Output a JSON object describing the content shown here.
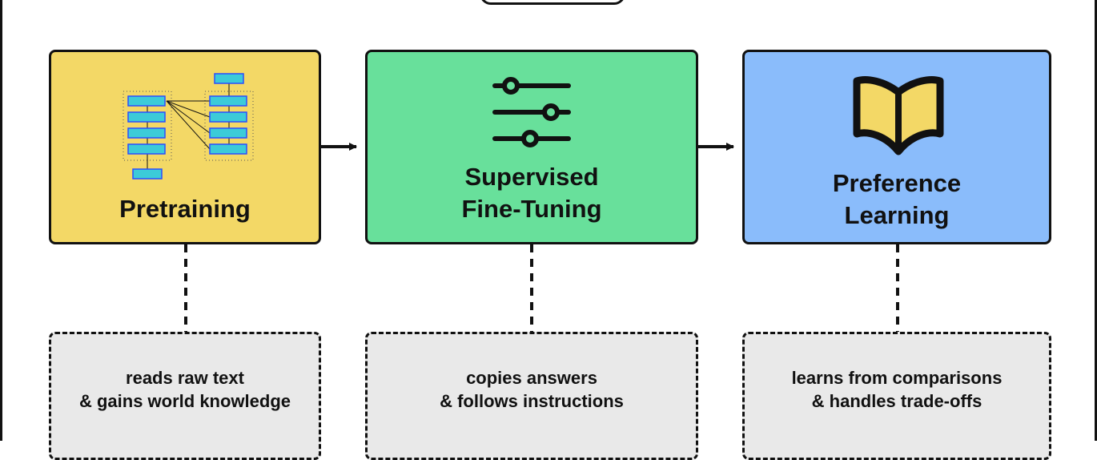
{
  "stages": [
    {
      "id": "pretraining",
      "title": "Pretraining",
      "icon": "neural-network-icon",
      "color": "#f3d866",
      "note": "reads raw text\n& gains world knowledge"
    },
    {
      "id": "sft",
      "title": "Supervised\nFine-Tuning",
      "icon": "sliders-icon",
      "color": "#68e09b",
      "note": "copies answers\n& follows instructions"
    },
    {
      "id": "preference",
      "title": "Preference\nLearning",
      "icon": "open-book-icon",
      "color": "#8abcfb",
      "note": "learns from comparisons\n& handles trade-offs"
    }
  ],
  "colors": {
    "outline": "#111111",
    "note_fill": "#e9e9e9",
    "nn_block_fill": "#3ccbd8",
    "nn_block_edge": "#2b4cff",
    "book_fill": "#f3d866"
  }
}
